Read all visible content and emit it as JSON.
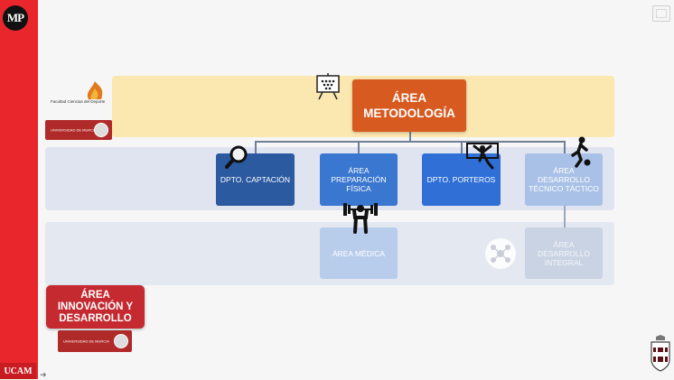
{
  "sidebar": {
    "logo_text": "MP",
    "bottom_logo_text": "UCAM"
  },
  "faculty": {
    "logo_text": "Facultad Ciencias del Deporte",
    "university": "UNIVERSIDAD DE MURCIA"
  },
  "chart": {
    "main": {
      "line1": "ÁREA",
      "line2": "METODOLOGÍA"
    },
    "captacion": "DPTO. CAPTACIÓN",
    "preparacion": {
      "line1": "ÁREA",
      "line2": "PREPARACIÓN",
      "line3": "FÍSICA"
    },
    "porteros": "DPTO. PORTEROS",
    "desarrollo": {
      "line1": "ÁREA",
      "line2": "DESARROLLO",
      "line3": "TÉCNICO TÁCTICO"
    },
    "medica": "ÁREA MÉDICA",
    "integral": {
      "line1": "ÁREA",
      "line2": "DESARROLLO",
      "line3": "INTEGRAL"
    },
    "innovacion": {
      "line1": "ÁREA",
      "line2": "INNOVACIÓN Y",
      "line3": "DESARROLLO"
    }
  },
  "icons": [
    "presentation-board-icon",
    "magnifier-icon",
    "goalkeeper-icon",
    "football-player-icon",
    "weightlifter-icon",
    "brain-network-icon",
    "club-crest-icon",
    "fullscreen-icon"
  ],
  "colors": {
    "sidebar_red": "#e8262c",
    "main_orange": "#d75a20",
    "band_yellow": "#fbe7b0",
    "dept_blue": "#2c5aa0",
    "innov_red": "#c42a30"
  }
}
